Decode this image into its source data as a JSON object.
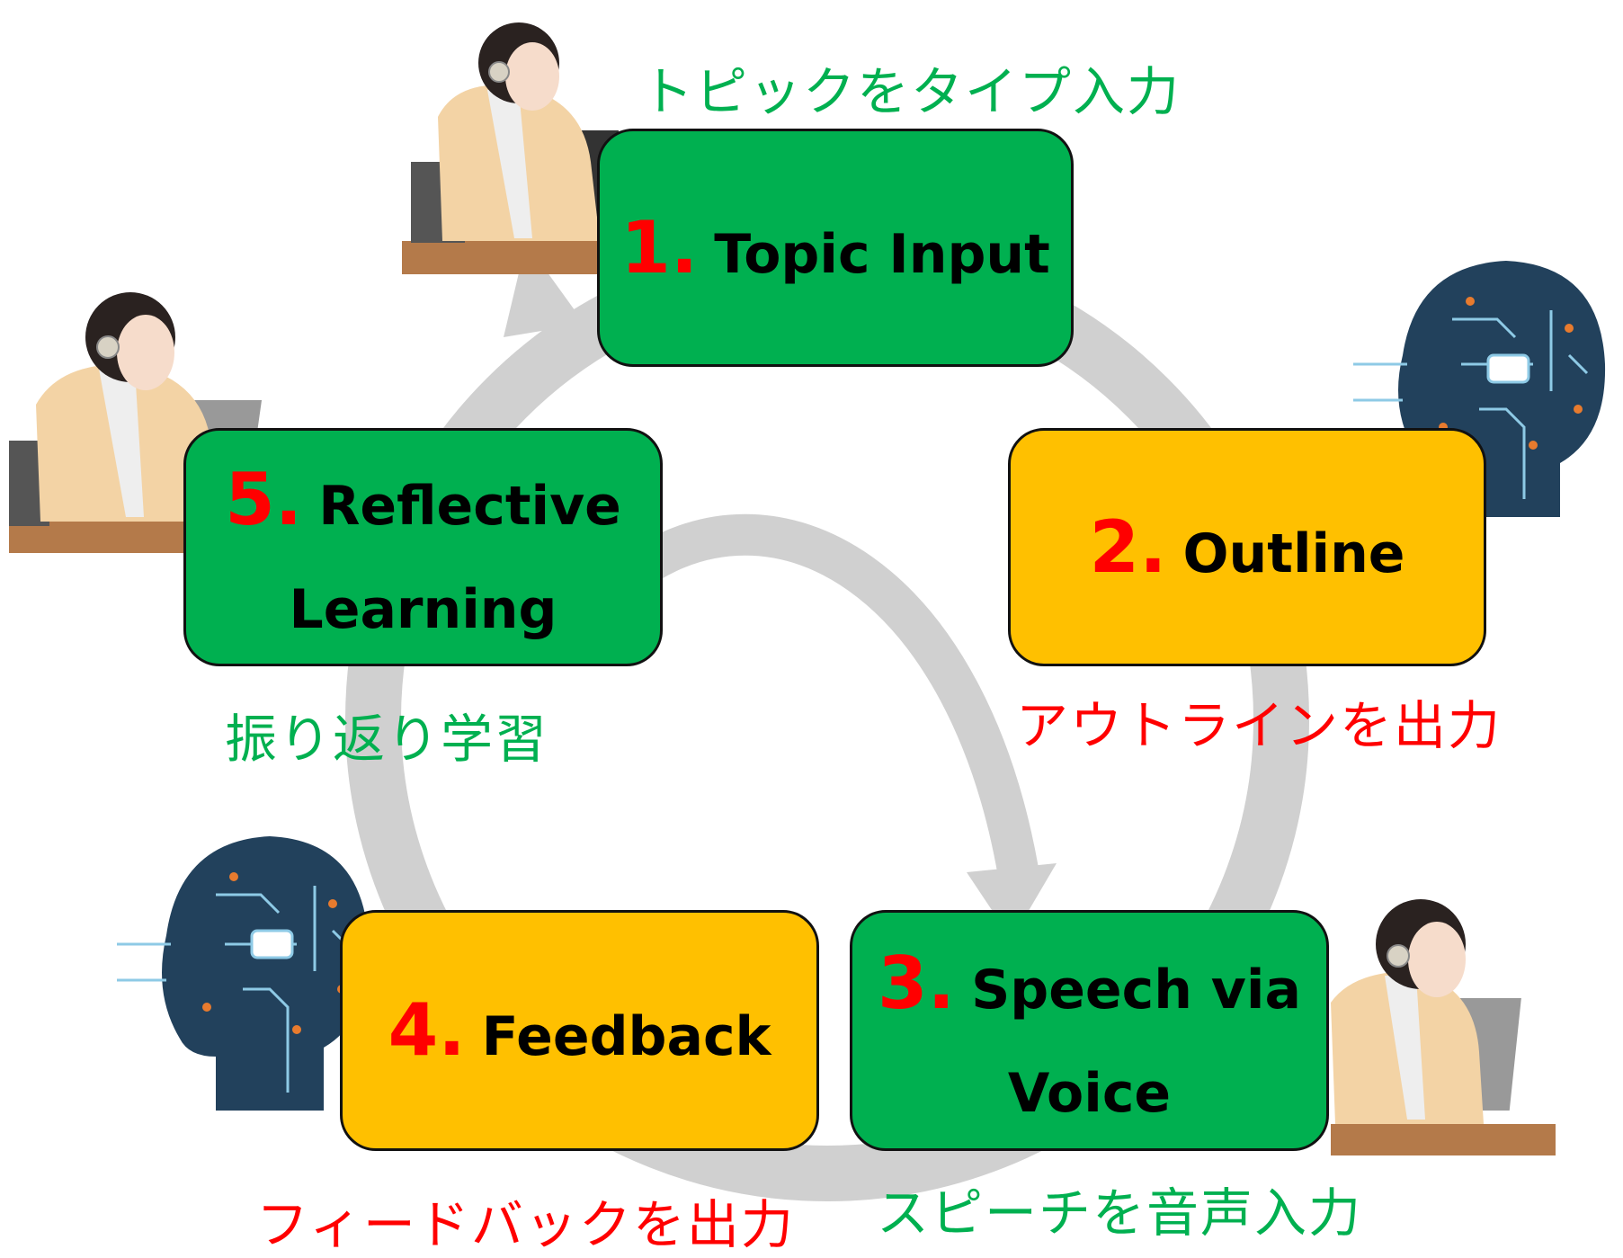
{
  "colors": {
    "green_box": "#00b050",
    "yellow_box": "#ffc000",
    "number_red": "#ff0000",
    "caption_green": "#00b050",
    "caption_red": "#ff0000",
    "arrow_gray": "#d0d0d0"
  },
  "steps": [
    {
      "num": "1.",
      "line1": "Topic Input",
      "line2": "",
      "color": "green",
      "caption": "トピックをタイプ入力",
      "caption_color": "green",
      "illustration": "student-typing-illustration"
    },
    {
      "num": "2.",
      "line1": "Outline",
      "line2": "",
      "color": "yellow",
      "caption": "アウトラインを出力",
      "caption_color": "red",
      "illustration": "ai-circuit-head-illustration"
    },
    {
      "num": "3.",
      "line1": "Speech via",
      "line2": "Voice",
      "color": "green",
      "caption": "スピーチを音声入力",
      "caption_color": "green",
      "illustration": "student-typing-illustration"
    },
    {
      "num": "4.",
      "line1": "Feedback",
      "line2": "",
      "color": "yellow",
      "caption": "フィードバックを出力",
      "caption_color": "red",
      "illustration": "ai-circuit-head-illustration"
    },
    {
      "num": "5.",
      "line1": "Reflective",
      "line2": "Learning",
      "color": "green",
      "caption": "振り返り学習",
      "caption_color": "green",
      "illustration": "student-typing-illustration"
    }
  ]
}
